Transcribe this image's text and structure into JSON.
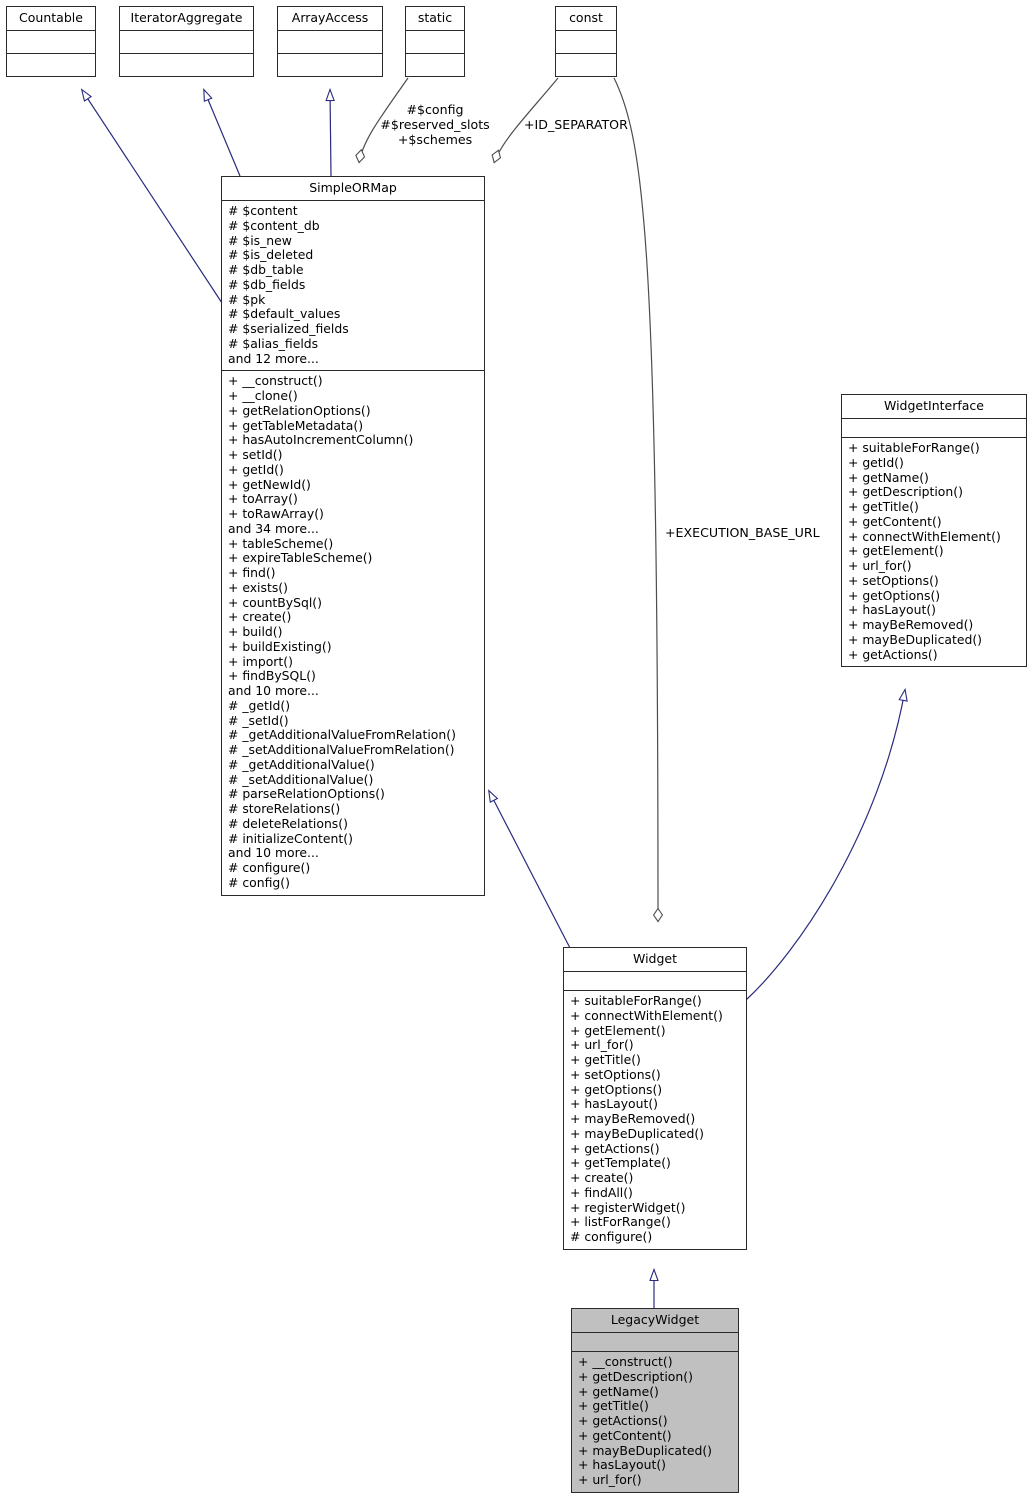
{
  "diagram": {
    "kind": "uml-class-diagram",
    "colors": {
      "box_border": "#2b2b2b",
      "box_fill": "#ffffff",
      "highlight_fill": "#c0c0c0",
      "inheritance_edge": "#2a2a7f",
      "aggregation_edge": "#4d4d4d",
      "text": "#000000"
    }
  },
  "classes": {
    "countable": {
      "name": "Countable",
      "attributes": [],
      "operations": []
    },
    "iterator_aggregate": {
      "name": "IteratorAggregate",
      "attributes": [],
      "operations": []
    },
    "array_access": {
      "name": "ArrayAccess",
      "attributes": [],
      "operations": []
    },
    "static": {
      "name": "static",
      "attributes": [],
      "operations": []
    },
    "const": {
      "name": "const",
      "attributes": [],
      "operations": []
    },
    "simple_ormap": {
      "name": "SimpleORMap",
      "attributes": [
        "# $content",
        "# $content_db",
        "# $is_new",
        "# $is_deleted",
        "# $db_table",
        "# $db_fields",
        "# $pk",
        "# $default_values",
        "# $serialized_fields",
        "# $alias_fields",
        "and 12 more..."
      ],
      "operations": [
        "+ __construct()",
        "+ __clone()",
        "+ getRelationOptions()",
        "+ getTableMetadata()",
        "+ hasAutoIncrementColumn()",
        "+ setId()",
        "+ getId()",
        "+ getNewId()",
        "+ toArray()",
        "+ toRawArray()",
        "and 34 more...",
        "+ tableScheme()",
        "+ expireTableScheme()",
        "+ find()",
        "+ exists()",
        "+ countBySql()",
        "+ create()",
        "+ build()",
        "+ buildExisting()",
        "+ import()",
        "+ findBySQL()",
        "and 10 more...",
        "# _getId()",
        "# _setId()",
        "# _getAdditionalValueFromRelation()",
        "# _setAdditionalValueFromRelation()",
        "# _getAdditionalValue()",
        "# _setAdditionalValue()",
        "# parseRelationOptions()",
        "# storeRelations()",
        "# deleteRelations()",
        "# initializeContent()",
        "and 10 more...",
        "# configure()",
        "# config()"
      ]
    },
    "widget_interface": {
      "name": "WidgetInterface",
      "attributes": [],
      "operations": [
        "+ suitableForRange()",
        "+ getId()",
        "+ getName()",
        "+ getDescription()",
        "+ getTitle()",
        "+ getContent()",
        "+ connectWithElement()",
        "+ getElement()",
        "+ url_for()",
        "+ setOptions()",
        "+ getOptions()",
        "+ hasLayout()",
        "+ mayBeRemoved()",
        "+ mayBeDuplicated()",
        "+ getActions()"
      ]
    },
    "widget": {
      "name": "Widget",
      "attributes": [],
      "operations": [
        "+ suitableForRange()",
        "+ connectWithElement()",
        "+ getElement()",
        "+ url_for()",
        "+ getTitle()",
        "+ setOptions()",
        "+ getOptions()",
        "+ hasLayout()",
        "+ mayBeRemoved()",
        "+ mayBeDuplicated()",
        "+ getActions()",
        "+ getTemplate()",
        "+ create()",
        "+ findAll()",
        "+ registerWidget()",
        "+ listForRange()",
        "# configure()"
      ]
    },
    "legacy_widget": {
      "name": "LegacyWidget",
      "attributes": [],
      "operations": [
        "+ __construct()",
        "+ getDescription()",
        "+ getName()",
        "+ getTitle()",
        "+ getActions()",
        "+ getContent()",
        "+ mayBeDuplicated()",
        "+ hasLayout()",
        "+ url_for()"
      ]
    }
  },
  "edge_labels": {
    "static_to_simpleormap": "#$config\n#$reserved_slots\n+$schemes",
    "static_to_simpleormap_lines": [
      "#$config",
      "#$reserved_slots",
      "+$schemes"
    ],
    "const_to_simpleormap": "+ID_SEPARATOR",
    "const_to_widget": "+EXECUTION_BASE_URL"
  },
  "relations": [
    {
      "from": "SimpleORMap",
      "to": "Countable",
      "type": "inheritance"
    },
    {
      "from": "SimpleORMap",
      "to": "IteratorAggregate",
      "type": "inheritance"
    },
    {
      "from": "SimpleORMap",
      "to": "ArrayAccess",
      "type": "inheritance"
    },
    {
      "from": "static",
      "to": "SimpleORMap",
      "type": "aggregation"
    },
    {
      "from": "const",
      "to": "SimpleORMap",
      "type": "aggregation"
    },
    {
      "from": "const",
      "to": "Widget",
      "type": "aggregation"
    },
    {
      "from": "Widget",
      "to": "SimpleORMap",
      "type": "inheritance"
    },
    {
      "from": "Widget",
      "to": "WidgetInterface",
      "type": "realization"
    },
    {
      "from": "LegacyWidget",
      "to": "Widget",
      "type": "inheritance"
    }
  ]
}
